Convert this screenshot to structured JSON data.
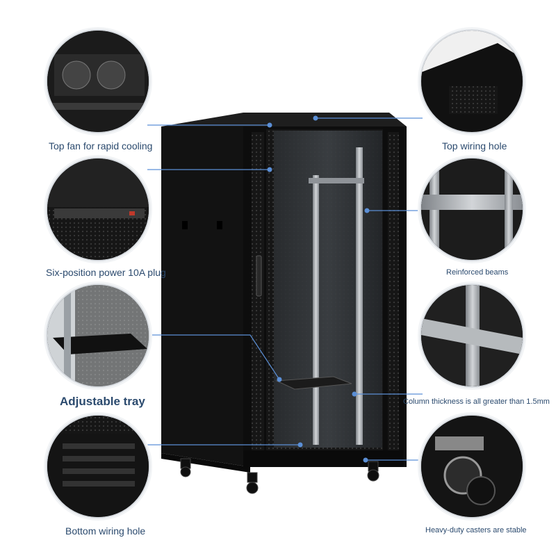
{
  "features": {
    "top_fan": "Top fan for rapid cooling",
    "power_plug": "Six-position power 10A plug",
    "adjustable_tray": "Adjustable tray",
    "bottom_wiring": "Bottom wiring hole",
    "top_wiring": "Top wiring hole",
    "reinforced_beams": "Reinforced beams",
    "column_thickness": "Column thickness is all greater than 1.5mm",
    "casters": "Heavy-duty casters are stable"
  },
  "colors": {
    "label_text": "#2b4a6e",
    "leader_line": "#5b8fd6",
    "cabinet_body": "#111111"
  }
}
